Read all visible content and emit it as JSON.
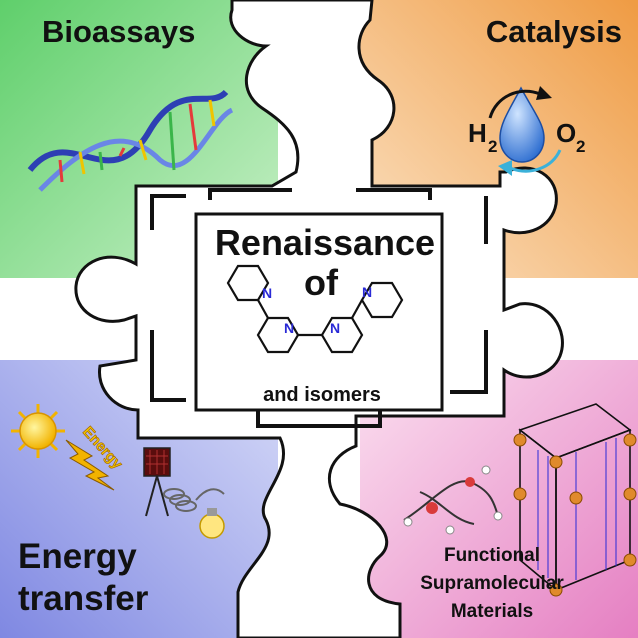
{
  "quadrants": {
    "top_left": {
      "title": "Bioassays",
      "color": "#7fd38a"
    },
    "top_right": {
      "title": "Catalysis",
      "color": "#f0a65a"
    },
    "bottom_left": {
      "title_line1": "Energy",
      "title_line2": "transfer",
      "color": "#9aa2e6"
    },
    "bottom_right": {
      "title_line1": "Functional",
      "title_line2": "Supramolecular",
      "title_line3": "Materials",
      "color": "#ea9fcf"
    }
  },
  "center": {
    "title_line1": "Renaissance",
    "title_line2": "of",
    "subtitle": "and isomers",
    "molecule_atom": "N"
  },
  "catalysis_icon": {
    "left_label": "H",
    "left_sub": "2",
    "right_label": "O",
    "right_sub": "2"
  },
  "energy_icon": {
    "arrow_text": "Energy"
  }
}
